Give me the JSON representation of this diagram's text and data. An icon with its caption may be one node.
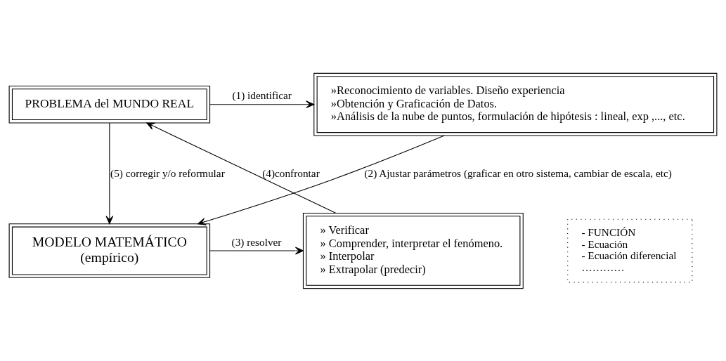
{
  "diagram": {
    "nodes": [
      {
        "text": [
          "PROBLEMA del MUNDO REAL"
        ]
      },
      {
        "text": [
          "»Reconocimiento de variables. Diseño experiencia",
          "»Obtención y Graficación de Datos.",
          "»Análisis de la nube de puntos, formulación de hipótesis : lineal, exp ,..., etc."
        ]
      },
      {
        "text": [
          "MODELO MATEMÁTICO",
          "(empírico)"
        ]
      },
      {
        "text": [
          "» Verificar",
          "» Comprender, interpretar el fenómeno.",
          "» Interpolar",
          "» Extrapolar (predecir)"
        ]
      },
      {
        "text": [
          "- FUNCIÓN",
          "- Ecuación",
          "- Ecuación diferencial",
          "…………"
        ]
      }
    ],
    "edges": [
      {
        "from": 0,
        "to": 1,
        "arrow": "to",
        "label": "(1) identificar"
      },
      {
        "from": 1,
        "to": 2,
        "arrow": "to",
        "label": "(2) Ajustar parámetros (graficar en otro sistema, cambiar de escala, etc)"
      },
      {
        "from": 2,
        "to": 3,
        "arrow": "to",
        "label": "(3) resolver"
      },
      {
        "from": 3,
        "to": 0,
        "arrow": "to",
        "label": "(4)confrontar"
      },
      {
        "from": 0,
        "to": 2,
        "arrow": "to",
        "label": "(5) corregir y/o reformular"
      }
    ]
  }
}
